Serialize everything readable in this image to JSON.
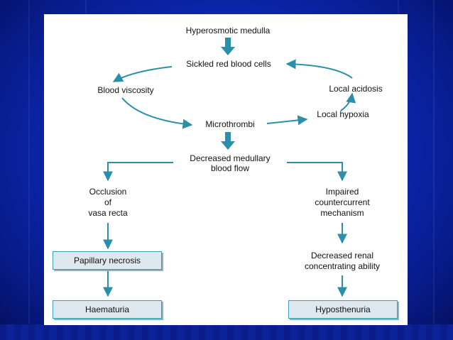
{
  "diagram": {
    "top": "Hyperosmotic medulla",
    "sickled": "Sickled red blood cells",
    "viscosity": "Blood viscosity",
    "acidosis": "Local acidosis",
    "hypoxia": "Local hypoxia",
    "microthrombi": "Microthrombi",
    "decreased_flow_1": "Decreased medullary",
    "decreased_flow_2": "blood flow",
    "occlusion_1": "Occlusion",
    "occlusion_2": "of",
    "occlusion_3": "vasa recta",
    "impaired_1": "Impaired",
    "impaired_2": "countercurrent",
    "impaired_3": "mechanism",
    "papillary": "Papillary necrosis",
    "decreased_renal_1": "Decreased renal",
    "decreased_renal_2": "concentrating ability",
    "haematuria": "Haematuria",
    "hyposthenuria": "Hyposthenuria"
  },
  "colors": {
    "arrow": "#2a8fa8",
    "box_fill": "#dfe8ef",
    "slide_bg": "#0d2ab8"
  }
}
